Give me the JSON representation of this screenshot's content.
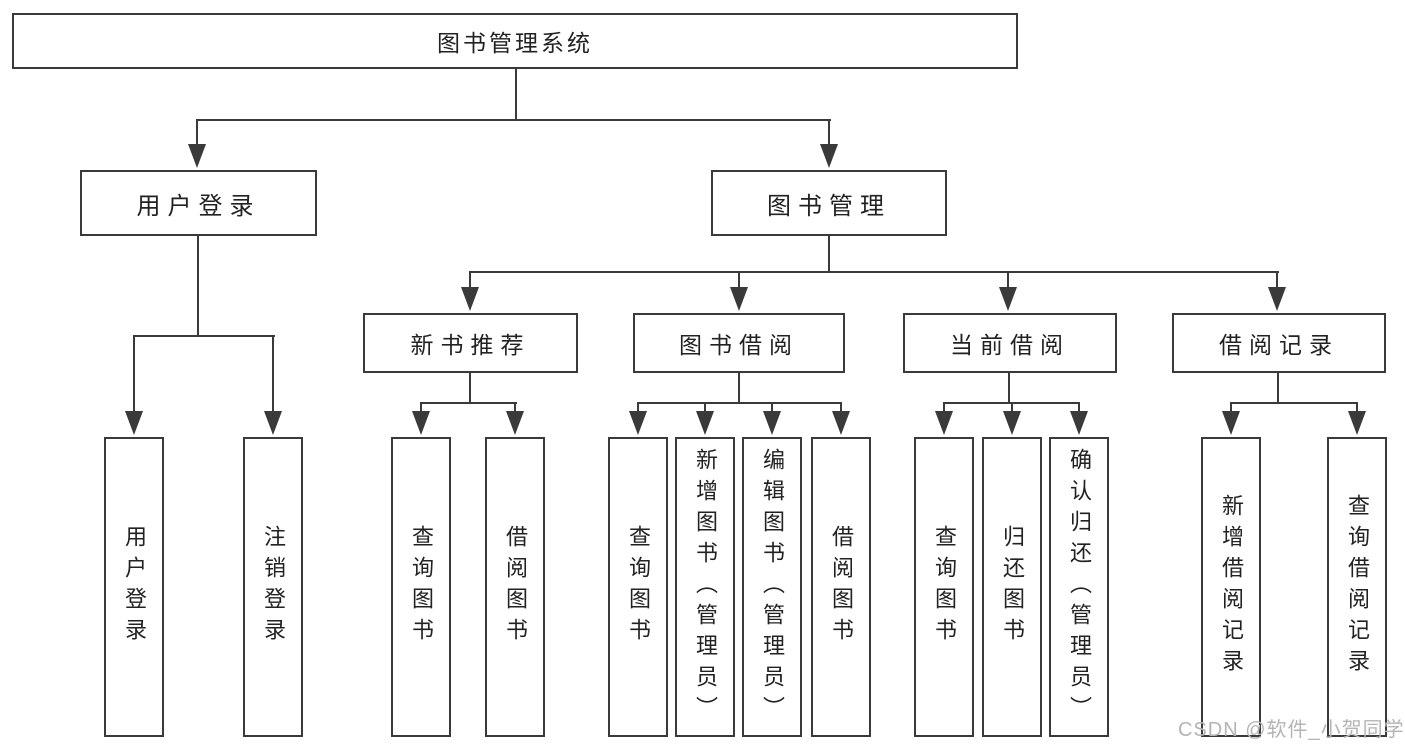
{
  "colors": {
    "line": "#3a3a3a",
    "text": "#222222",
    "box_fill": "#ffffff",
    "background": "#ffffff",
    "watermark": "#b4b4b4"
  },
  "watermark": {
    "text": "CSDN @软件_小贺同学"
  },
  "diagram": {
    "type": "tree",
    "root": {
      "label": "图书管理系统",
      "children": [
        {
          "label": "用户登录",
          "children": [
            {
              "label": "用户登录"
            },
            {
              "label": "注销登录"
            }
          ]
        },
        {
          "label": "图书管理",
          "children": [
            {
              "label": "新书推荐",
              "children": [
                {
                  "label": "查询图书"
                },
                {
                  "label": "借阅图书"
                }
              ]
            },
            {
              "label": "图书借阅",
              "children": [
                {
                  "label": "查询图书"
                },
                {
                  "label": "新增图书（管理员）"
                },
                {
                  "label": "编辑图书（管理员）"
                },
                {
                  "label": "借阅图书"
                }
              ]
            },
            {
              "label": "当前借阅",
              "children": [
                {
                  "label": "查询图书"
                },
                {
                  "label": "归还图书"
                },
                {
                  "label": "确认归还（管理员）"
                }
              ]
            },
            {
              "label": "借阅记录",
              "children": [
                {
                  "label": "新增借阅记录"
                },
                {
                  "label": "查询借阅记录"
                }
              ]
            }
          ]
        }
      ]
    }
  }
}
